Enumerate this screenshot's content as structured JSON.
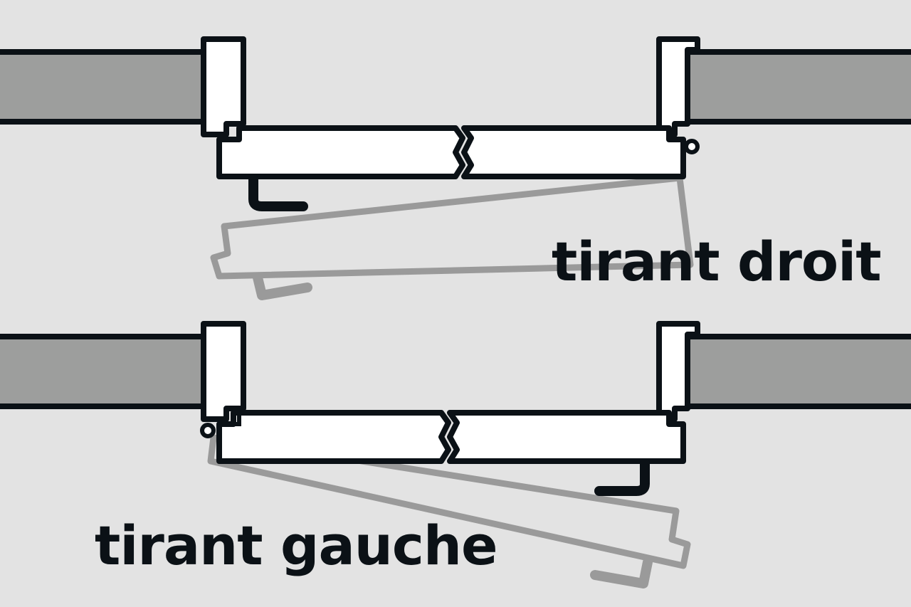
{
  "colors": {
    "background": "#e3e3e3",
    "wall": "#9d9e9d",
    "outline": "#0b1116",
    "frame": "#ffffff",
    "ghost": "#9a9a9a"
  },
  "diagrams": [
    {
      "id": "right",
      "label": "tirant droit",
      "hinge_side": "right",
      "handle_side": "left"
    },
    {
      "id": "left",
      "label": "tirant gauche",
      "hinge_side": "left",
      "handle_side": "right"
    }
  ]
}
